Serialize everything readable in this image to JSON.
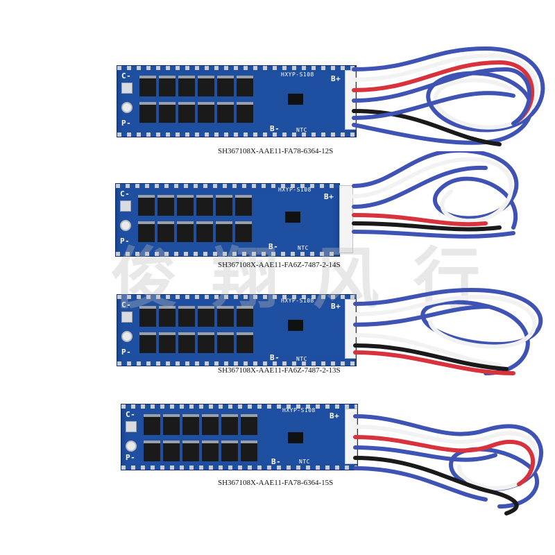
{
  "watermark": "俊 翔 风 行",
  "colors": {
    "pcb": "#1f4fa0",
    "wire_blue": "#3f53b5",
    "wire_white": "#f2f2f2",
    "wire_red": "#d8333c",
    "wire_black": "#1a1a1a"
  },
  "boards": [
    {
      "caption": "SH367108X-AAE11-FA78-6364-12S",
      "model_silk": "HXYP-S108",
      "b_plus": "B+",
      "b_minus": "B-",
      "ntc": "NTC",
      "c_minus": "C-",
      "p_minus": "P-"
    },
    {
      "caption": "SH367108X-AAE11-FA6Z-7487-2-14S",
      "model_silk": "HXYP-S108",
      "b_plus": "B+",
      "b_minus": "B-",
      "ntc": "NTC",
      "c_minus": "C-",
      "p_minus": "P-"
    },
    {
      "caption": "SH367108X-AAE11-FA6Z-7487-2-13S",
      "model_silk": "HXYP-S108",
      "b_plus": "B+",
      "b_minus": "B-",
      "ntc": "NTC",
      "c_minus": "C-",
      "p_minus": "P-"
    },
    {
      "caption": "SH367108X-AAE11-FA78-6364-15S",
      "model_silk": "HXYP-S108",
      "b_plus": "B+",
      "b_minus": "B-",
      "ntc": "NTC",
      "c_minus": "C-",
      "p_minus": "P-"
    }
  ]
}
